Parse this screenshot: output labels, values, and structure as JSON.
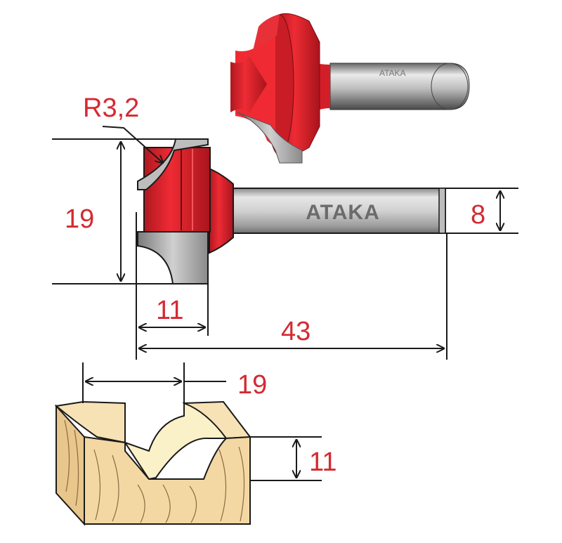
{
  "drawing": {
    "radius_label": "R3,2",
    "height_label": "19",
    "cutting_length_label": "11",
    "overall_length_label": "43",
    "shank_diameter_label": "8",
    "profile_width_label": "19",
    "profile_depth_label": "11",
    "brand_label": "ATAKA"
  },
  "colors": {
    "dimension_text": "#d42a32",
    "bit_body": "#e0252e",
    "shank": "#c8c8c8",
    "wood": "#f3d8a4",
    "outline": "#1a1a1a"
  },
  "icons": {
    "photo": "router-bit-photo",
    "workpiece": "wood-block-profile"
  }
}
